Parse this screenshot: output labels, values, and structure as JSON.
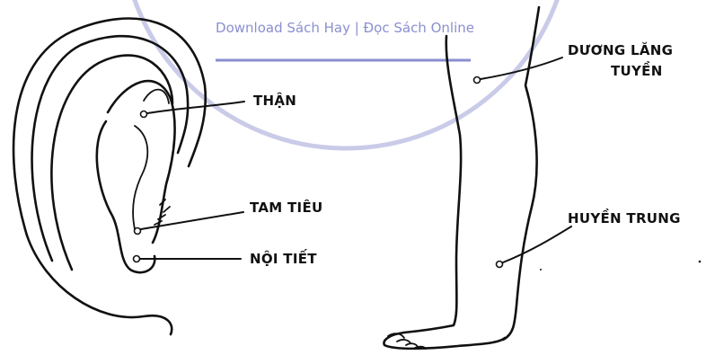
{
  "watermark": {
    "text": "Download Sách Hay | Đọc Sách Online",
    "color": "#8a8fd0"
  },
  "ear_labels": {
    "than": "THẬN",
    "tam_tieu": "TAM TIÊU",
    "noi_tiet": "NỘI TIẾT"
  },
  "leg_labels": {
    "duong_lang_tuyen_line1": "DƯƠNG LĂNG",
    "duong_lang_tuyen_line2": "TUYỀN",
    "huyen_trung": "HUYỀN TRUNG"
  }
}
